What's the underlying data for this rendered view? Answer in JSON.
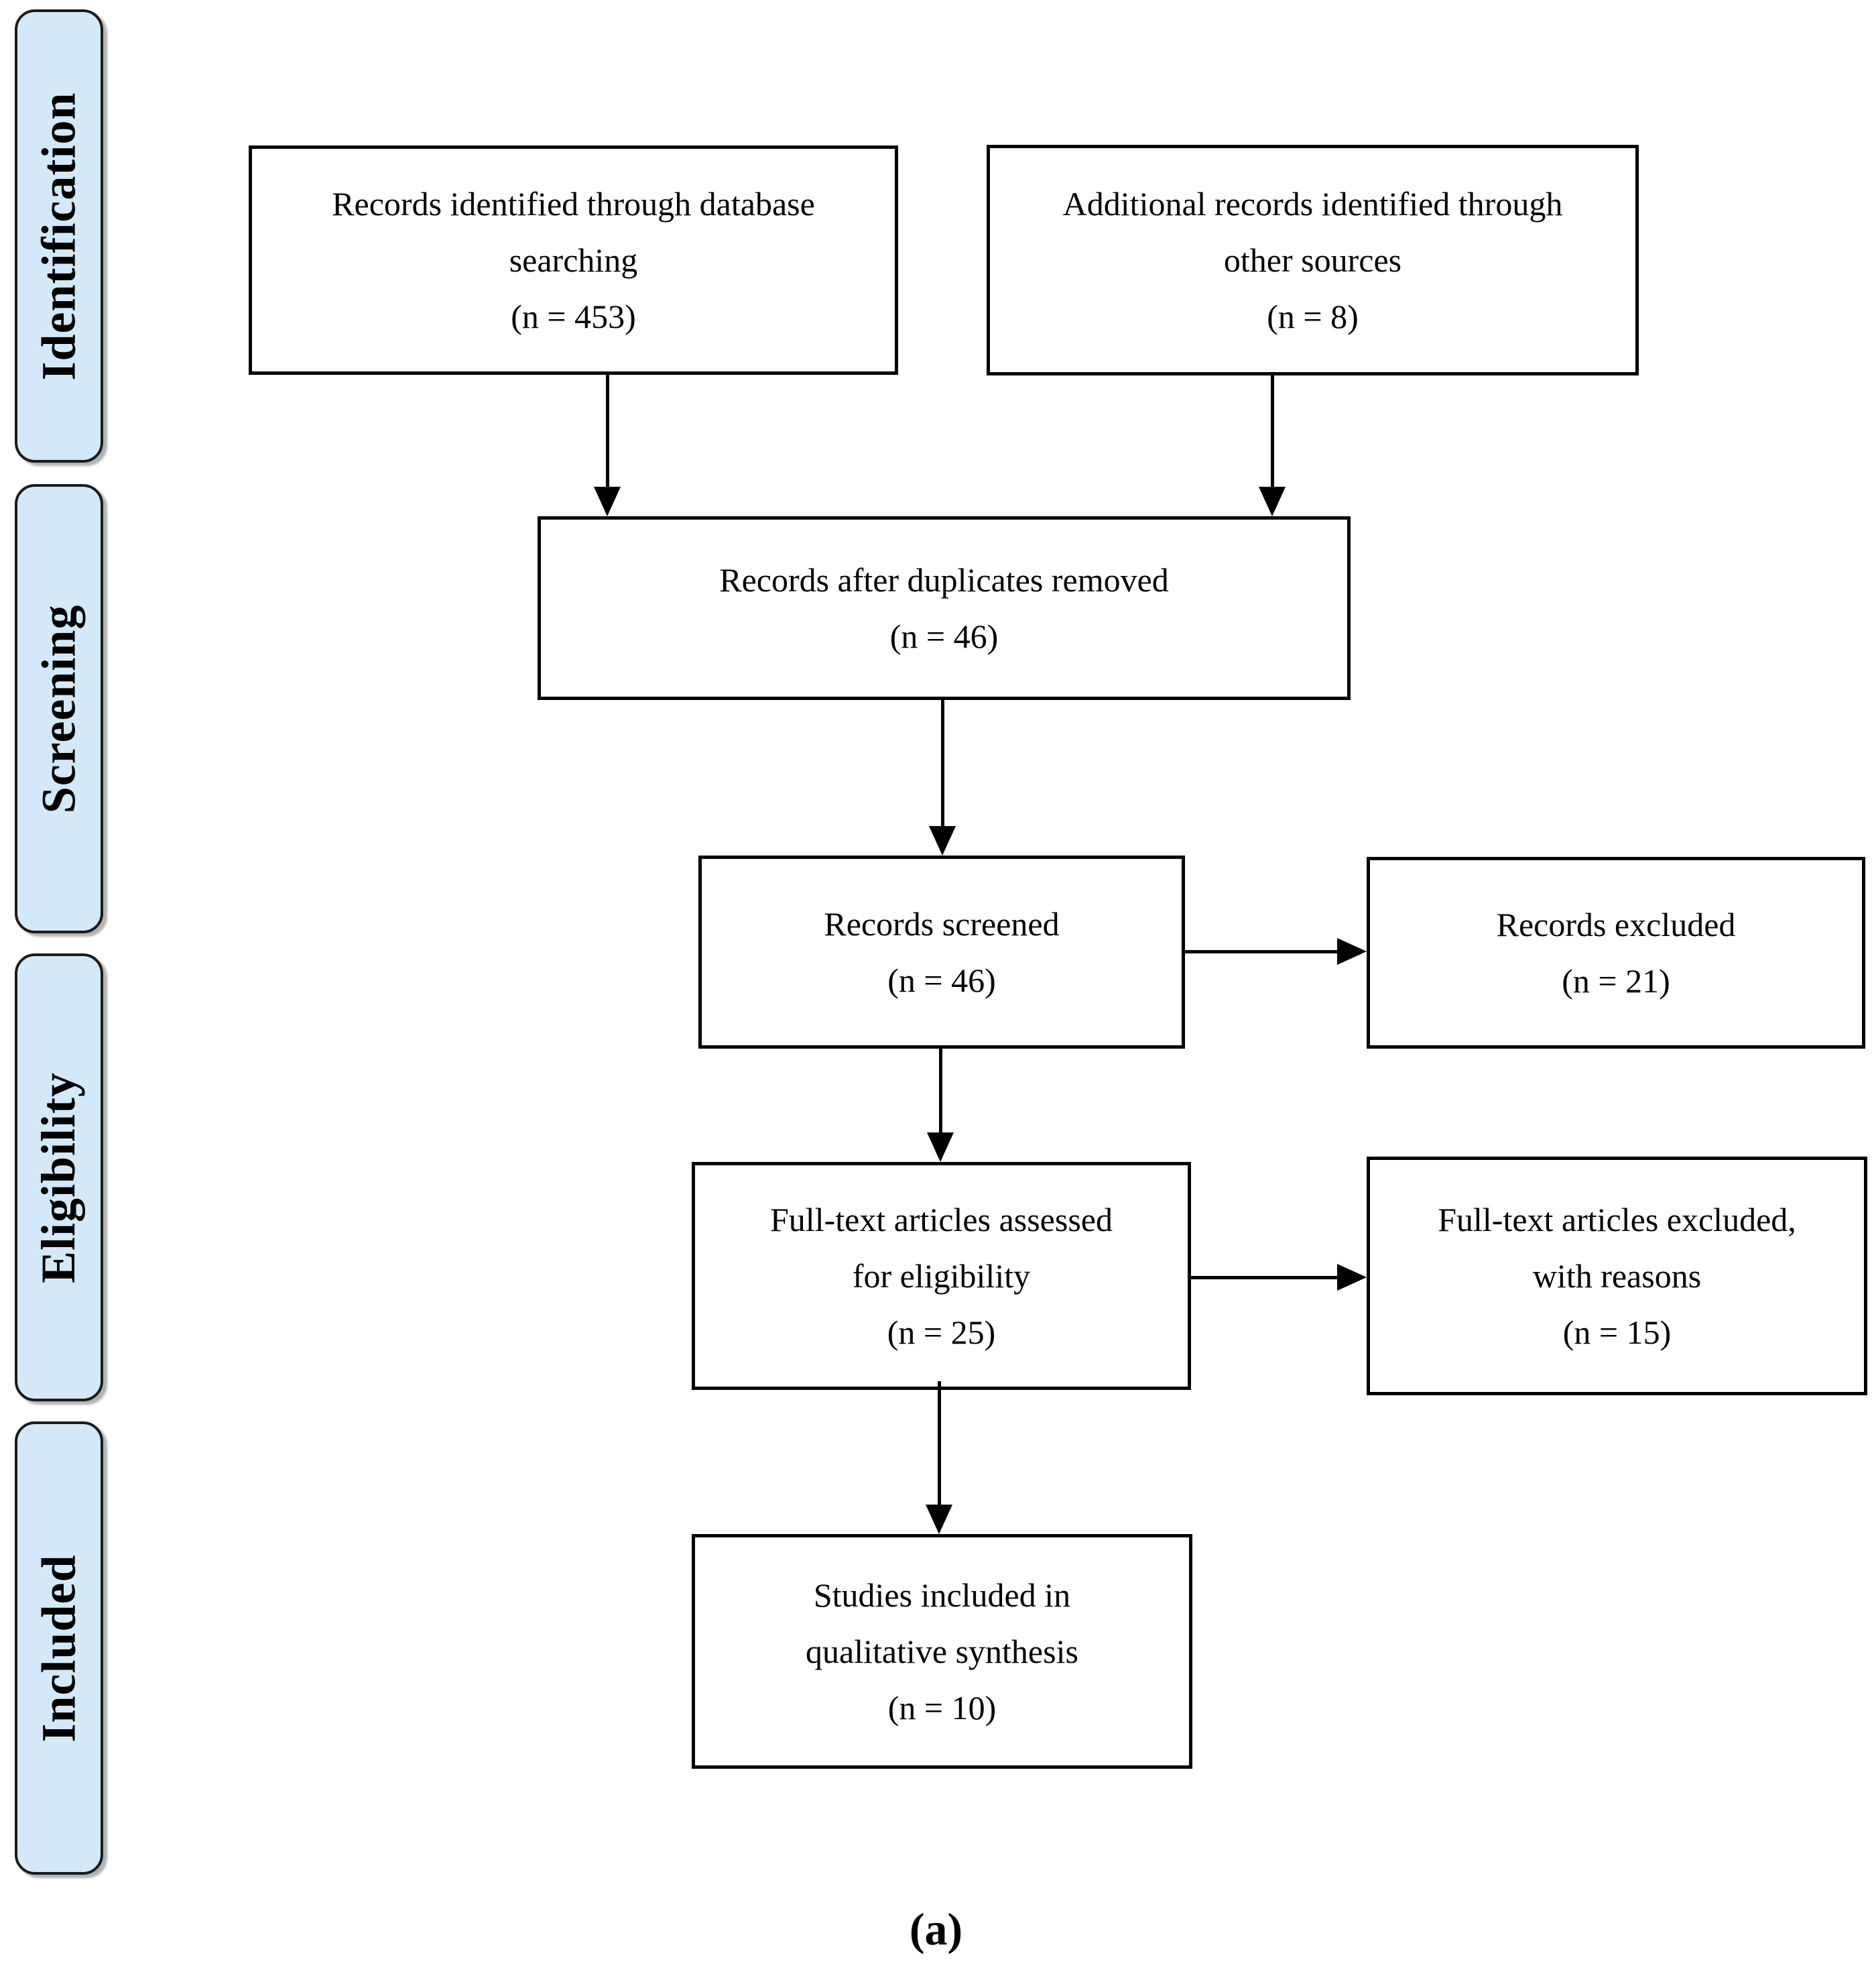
{
  "page": {
    "caption": "(a)"
  },
  "palette": {
    "page_background": "#ffffff",
    "stage_fill": "#d3e9f9",
    "stage_border": "#1b1b1b",
    "box_background": "#ffffff",
    "box_border": "#000000",
    "arrow": "#000000",
    "text": "#000000"
  },
  "stages": [
    {
      "label": "Identification"
    },
    {
      "label": "Screening"
    },
    {
      "label": "Eligibility"
    },
    {
      "label": "Included"
    }
  ],
  "boxes": {
    "identified": {
      "text": "Records identified through database\nsearching\n(n = 453)"
    },
    "additional": {
      "text": "Additional records identified through\nother sources\n(n = 8)"
    },
    "deduplicated": {
      "text": "Records after duplicates removed\n(n = 46)"
    },
    "screened": {
      "text": "Records screened\n(n = 46)"
    },
    "excluded": {
      "text": "Records excluded\n(n = 21)"
    },
    "fulltext": {
      "text": "Full-text articles assessed\nfor eligibility\n(n = 25)"
    },
    "fulltext_excluded": {
      "text": "Full-text articles excluded,\nwith reasons\n(n = 15)"
    },
    "included": {
      "text": "Studies included in\nqualitative synthesis\n(n = 10)"
    }
  }
}
